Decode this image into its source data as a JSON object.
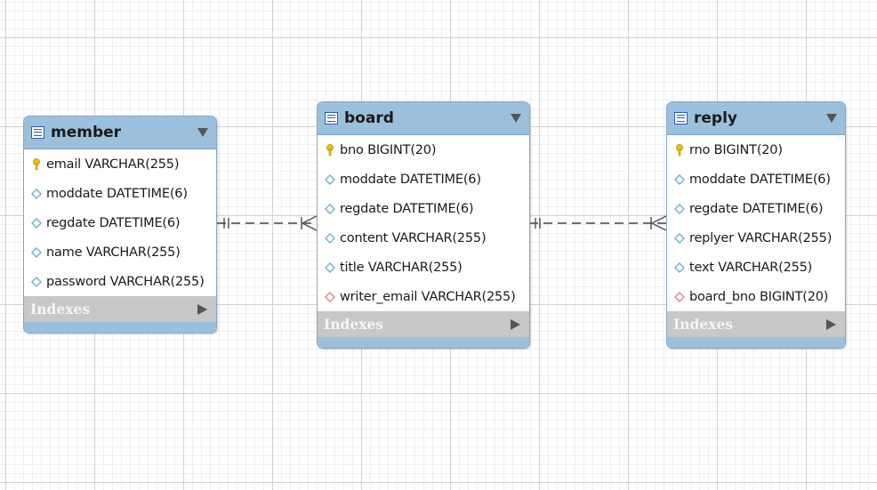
{
  "tables": [
    {
      "name": "member",
      "columns": [
        {
          "text": "email VARCHAR(255)",
          "kind": "primary-key"
        },
        {
          "text": "moddate DATETIME(6)",
          "kind": "column"
        },
        {
          "text": "regdate DATETIME(6)",
          "kind": "column"
        },
        {
          "text": "name VARCHAR(255)",
          "kind": "column"
        },
        {
          "text": "password VARCHAR(255)",
          "kind": "column"
        }
      ],
      "indexes_label": "Indexes"
    },
    {
      "name": "board",
      "columns": [
        {
          "text": "bno BIGINT(20)",
          "kind": "primary-key"
        },
        {
          "text": "moddate DATETIME(6)",
          "kind": "column"
        },
        {
          "text": "regdate DATETIME(6)",
          "kind": "column"
        },
        {
          "text": "content VARCHAR(255)",
          "kind": "column"
        },
        {
          "text": "title VARCHAR(255)",
          "kind": "column"
        },
        {
          "text": "writer_email VARCHAR(255)",
          "kind": "foreign-key"
        }
      ],
      "indexes_label": "Indexes"
    },
    {
      "name": "reply",
      "columns": [
        {
          "text": "rno BIGINT(20)",
          "kind": "primary-key"
        },
        {
          "text": "moddate DATETIME(6)",
          "kind": "column"
        },
        {
          "text": "regdate DATETIME(6)",
          "kind": "column"
        },
        {
          "text": "replyer VARCHAR(255)",
          "kind": "column"
        },
        {
          "text": "text VARCHAR(255)",
          "kind": "column"
        },
        {
          "text": "board_bno BIGINT(20)",
          "kind": "foreign-key"
        }
      ],
      "indexes_label": "Indexes"
    }
  ],
  "relationships": [
    {
      "from": "member",
      "to": "board",
      "cardinality": "one-to-many",
      "style": "dashed"
    },
    {
      "from": "board",
      "to": "reply",
      "cardinality": "one-to-many",
      "style": "dashed"
    }
  ],
  "colors": {
    "header": "#9cc0dc",
    "indexes_bar": "#c8c8c8",
    "primary_key_icon": "#f2c200",
    "column_icon": "#6fb0c8",
    "foreign_key_icon": "#d08a8a",
    "relationship_line": "#707070"
  }
}
